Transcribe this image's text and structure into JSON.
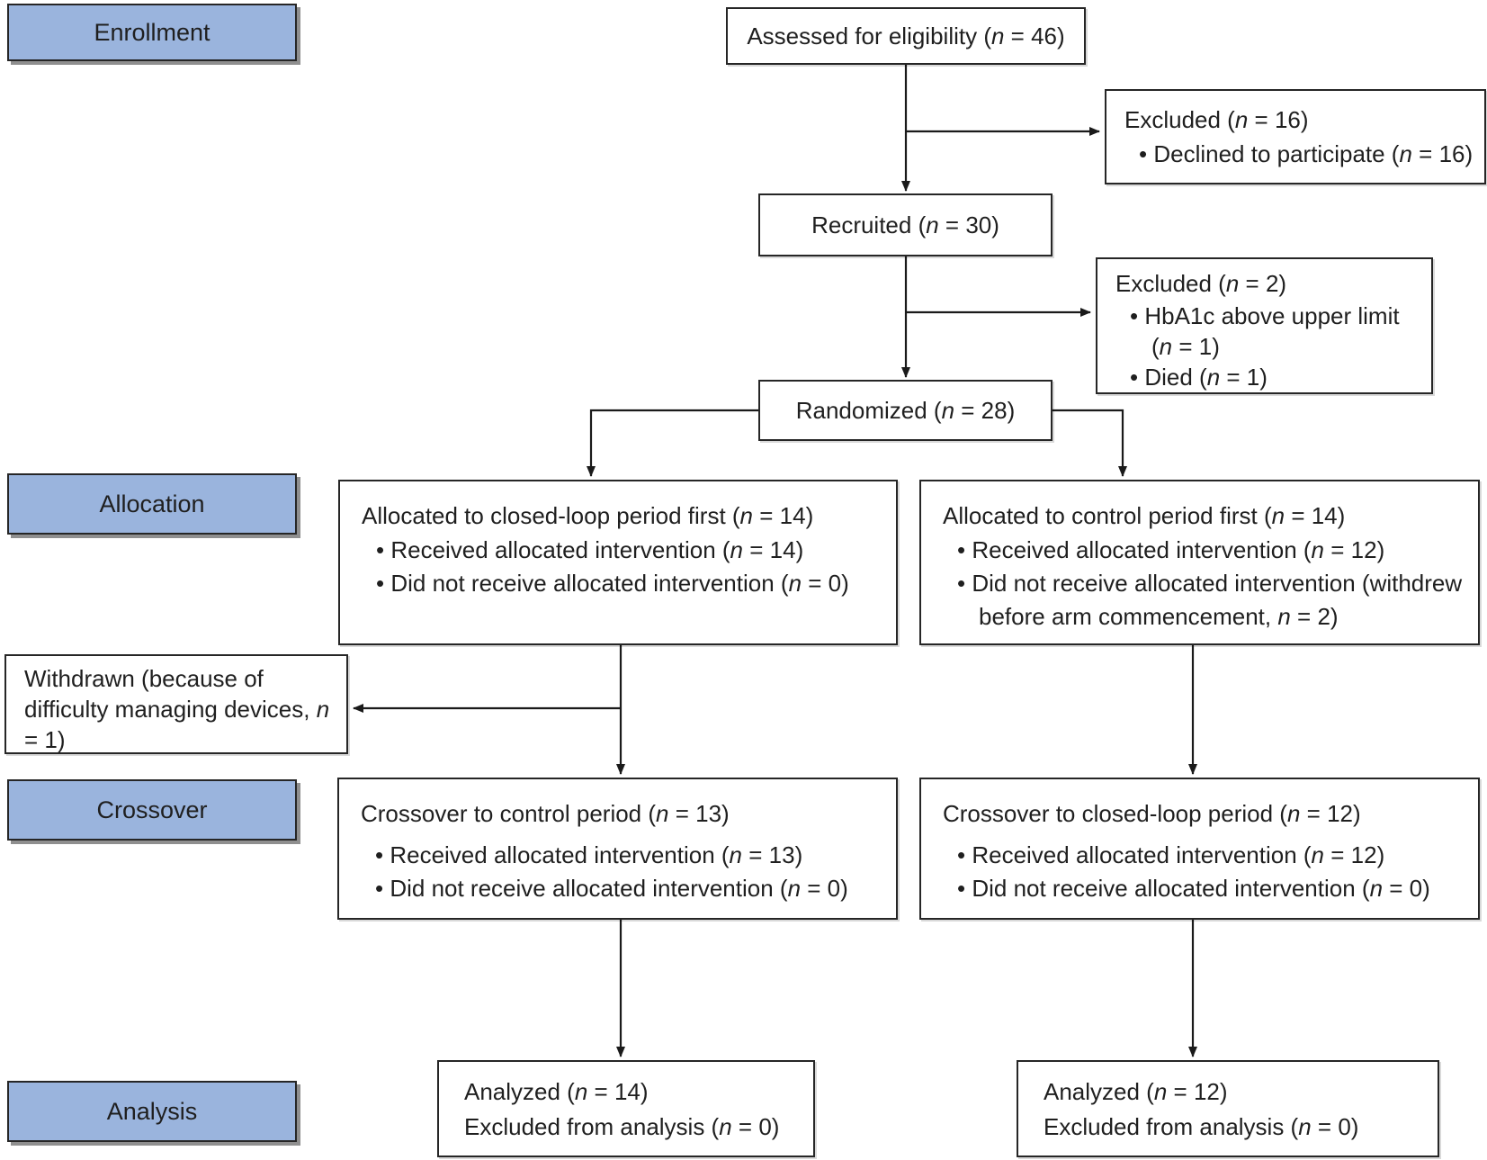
{
  "figure": {
    "type": "consort-flow-diagram",
    "palette": {
      "stage_label_fill": "#9ab4dd",
      "box_border": "#262626",
      "connector": "#1a1a1a",
      "text": "#1f1f1f",
      "background": "#ffffff"
    }
  },
  "stage_labels": [
    {
      "label": "Enrollment"
    },
    {
      "label": "Allocation"
    },
    {
      "label": "Crossover"
    },
    {
      "label": "Analysis"
    }
  ],
  "boxes": {
    "assessed": {
      "title": "Assessed for eligibility (n = 46)"
    },
    "excluded_1": {
      "title": "Excluded (n = 16)",
      "bullets": [
        "• Declined to participate (n = 16)"
      ]
    },
    "recruited": {
      "title": "Recruited (n = 30)"
    },
    "excluded_2": {
      "title": "Excluded (n = 2)",
      "bullets": [
        "• HbA1c above upper limit (n = 1)",
        "• Died (n = 1)"
      ]
    },
    "randomized": {
      "title": "Randomized (n = 28)"
    },
    "allocation_left": {
      "title": "Allocated to closed-loop period first (n = 14)",
      "bullets": [
        "• Received allocated intervention (n = 14)",
        "• Did not receive allocated intervention (n = 0)"
      ]
    },
    "allocation_right": {
      "title": "Allocated to control period first (n = 14)",
      "bullets": [
        "• Received allocated intervention (n = 12)",
        "• Did not receive allocated intervention (withdrew before arm commencement, n = 2)"
      ]
    },
    "withdrawn": {
      "title": "Withdrawn (because of difficulty managing devices, n = 1)"
    },
    "crossover_left": {
      "title": "Crossover to control period (n = 13)",
      "bullets": [
        "• Received allocated intervention (n = 13)",
        "• Did not receive allocated intervention (n = 0)"
      ]
    },
    "crossover_right": {
      "title": "Crossover to closed-loop period (n = 12)",
      "bullets": [
        "• Received allocated intervention (n = 12)",
        "• Did not receive allocated intervention (n = 0)"
      ]
    },
    "analysis_left": {
      "lines": [
        "Analyzed (n = 14)",
        "Excluded from analysis (n = 0)"
      ]
    },
    "analysis_right": {
      "lines": [
        "Analyzed (n = 12)",
        "Excluded from analysis (n = 0)"
      ]
    }
  }
}
